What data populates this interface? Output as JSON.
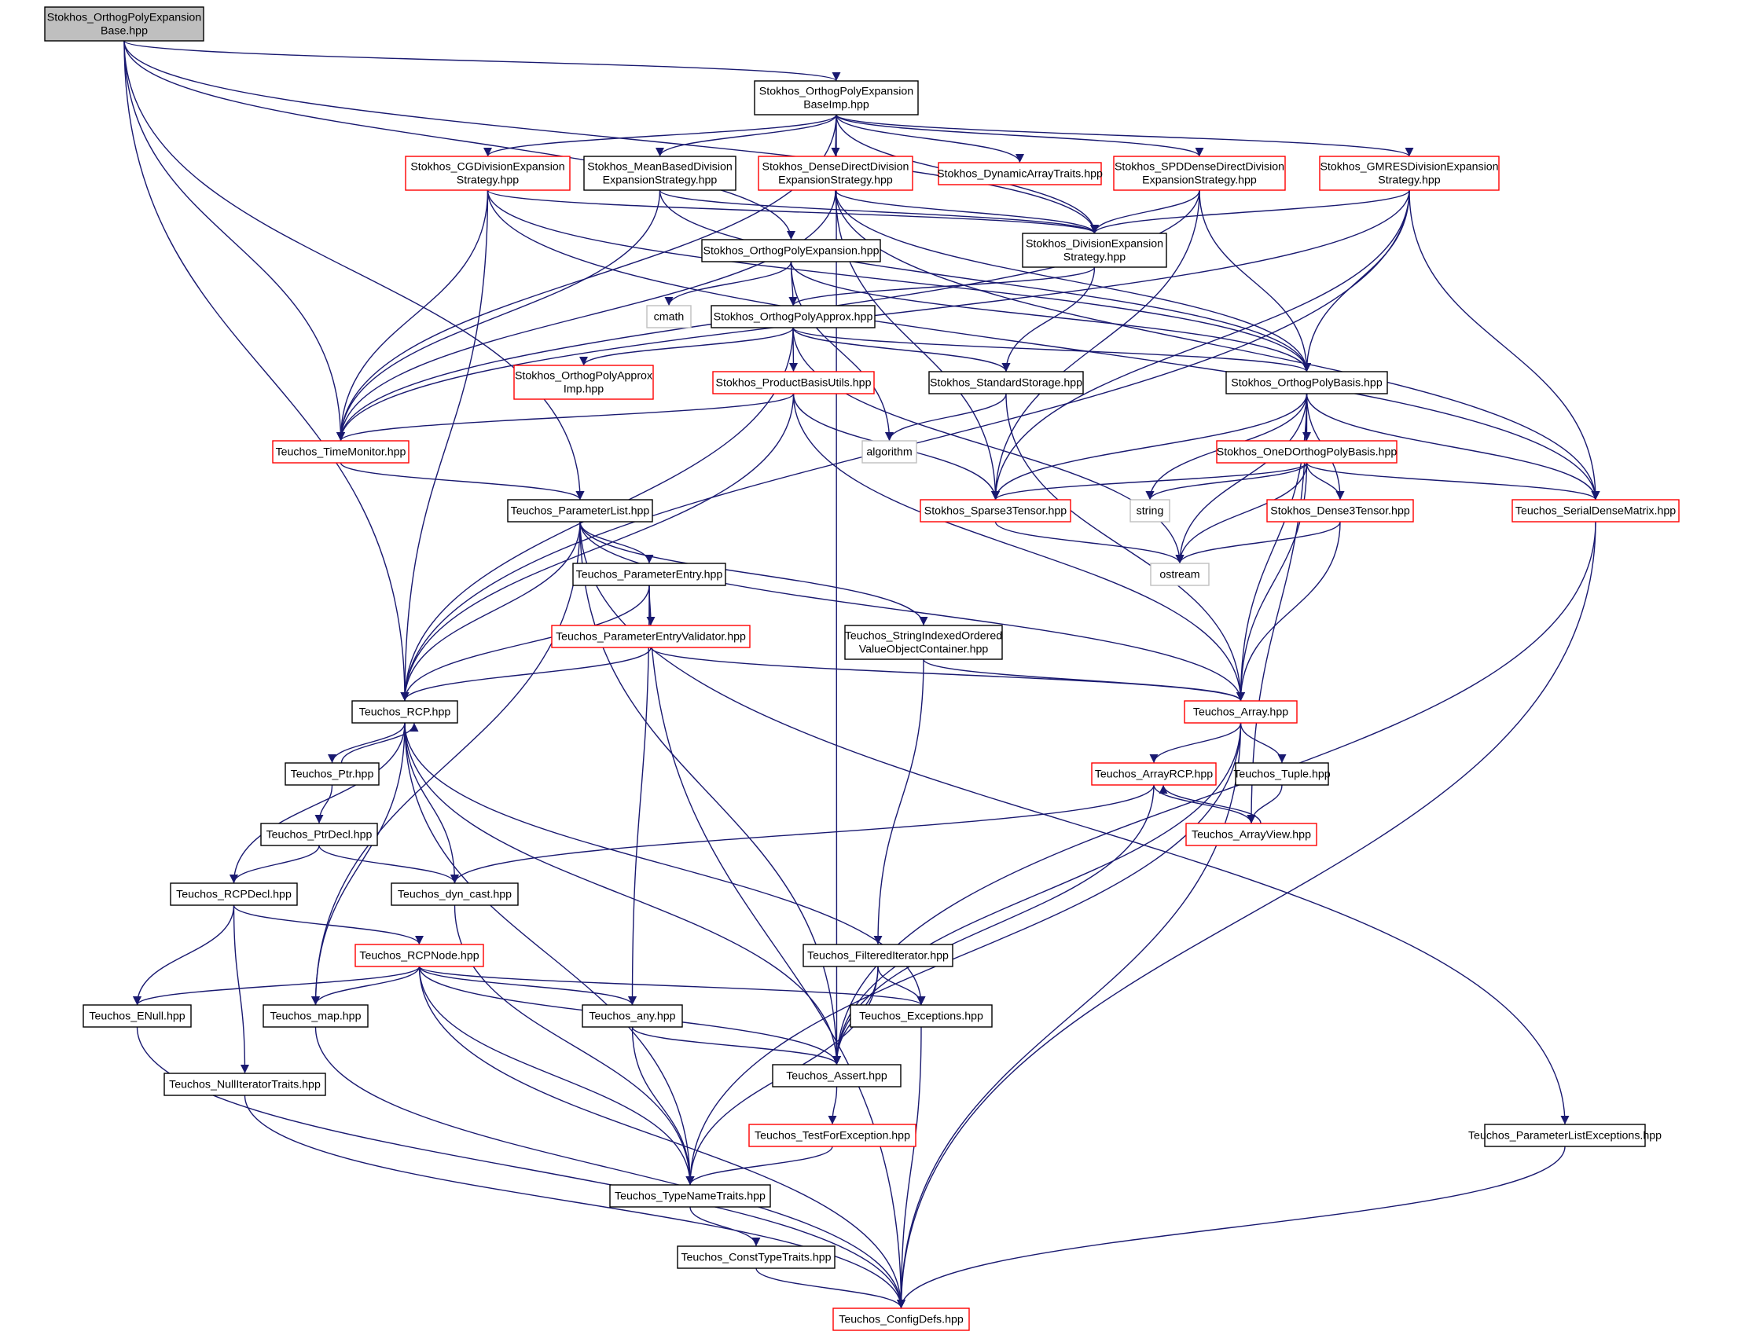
{
  "colors": {
    "edge": "#191970",
    "root_fill": "#bfbfbf",
    "normal_border": "#000000",
    "red_border": "#ff0000",
    "gray_border": "#bfbfbf",
    "background": "#ffffff"
  },
  "nodes": [
    {
      "id": "root",
      "lines": [
        "Stokhos_OrthogPolyExpansion",
        "Base.hpp"
      ],
      "style": "root"
    },
    {
      "id": "baseimp",
      "lines": [
        "Stokhos_OrthogPolyExpansion",
        "BaseImp.hpp"
      ],
      "style": "normal"
    },
    {
      "id": "cgdiv",
      "lines": [
        "Stokhos_CGDivisionExpansion",
        "Strategy.hpp"
      ],
      "style": "red"
    },
    {
      "id": "meanbased",
      "lines": [
        "Stokhos_MeanBasedDivision",
        "ExpansionStrategy.hpp"
      ],
      "style": "normal"
    },
    {
      "id": "densedirect",
      "lines": [
        "Stokhos_DenseDirectDivision",
        "ExpansionStrategy.hpp"
      ],
      "style": "red"
    },
    {
      "id": "dynarray",
      "lines": [
        "Stokhos_DynamicArrayTraits.hpp"
      ],
      "style": "red"
    },
    {
      "id": "spddense",
      "lines": [
        "Stokhos_SPDDenseDirectDivision",
        "ExpansionStrategy.hpp"
      ],
      "style": "red"
    },
    {
      "id": "gmres",
      "lines": [
        "Stokhos_GMRESDivisionExpansion",
        "Strategy.hpp"
      ],
      "style": "red"
    },
    {
      "id": "ope",
      "lines": [
        "Stokhos_OrthogPolyExpansion.hpp"
      ],
      "style": "normal"
    },
    {
      "id": "divstrat",
      "lines": [
        "Stokhos_DivisionExpansion",
        "Strategy.hpp"
      ],
      "style": "normal"
    },
    {
      "id": "cmath",
      "lines": [
        "cmath"
      ],
      "style": "gray"
    },
    {
      "id": "opa",
      "lines": [
        "Stokhos_OrthogPolyApprox.hpp"
      ],
      "style": "normal"
    },
    {
      "id": "opaimp",
      "lines": [
        "Stokhos_OrthogPolyApprox",
        "Imp.hpp"
      ],
      "style": "red"
    },
    {
      "id": "pbu",
      "lines": [
        "Stokhos_ProductBasisUtils.hpp"
      ],
      "style": "red"
    },
    {
      "id": "stdstorage",
      "lines": [
        "Stokhos_StandardStorage.hpp"
      ],
      "style": "normal"
    },
    {
      "id": "opb",
      "lines": [
        "Stokhos_OrthogPolyBasis.hpp"
      ],
      "style": "normal"
    },
    {
      "id": "algorithm",
      "lines": [
        "algorithm"
      ],
      "style": "gray"
    },
    {
      "id": "timemon",
      "lines": [
        "Teuchos_TimeMonitor.hpp"
      ],
      "style": "red"
    },
    {
      "id": "oned",
      "lines": [
        "Stokhos_OneDOrthogPolyBasis.hpp"
      ],
      "style": "red"
    },
    {
      "id": "sparse3",
      "lines": [
        "Stokhos_Sparse3Tensor.hpp"
      ],
      "style": "red"
    },
    {
      "id": "string",
      "lines": [
        "string"
      ],
      "style": "gray"
    },
    {
      "id": "dense3",
      "lines": [
        "Stokhos_Dense3Tensor.hpp"
      ],
      "style": "red"
    },
    {
      "id": "serialdense",
      "lines": [
        "Teuchos_SerialDenseMatrix.hpp"
      ],
      "style": "red"
    },
    {
      "id": "paramlist",
      "lines": [
        "Teuchos_ParameterList.hpp"
      ],
      "style": "normal"
    },
    {
      "id": "ostream",
      "lines": [
        "ostream"
      ],
      "style": "gray"
    },
    {
      "id": "paramentry",
      "lines": [
        "Teuchos_ParameterEntry.hpp"
      ],
      "style": "normal"
    },
    {
      "id": "sioc",
      "lines": [
        "Teuchos_StringIndexedOrdered",
        "ValueObjectContainer.hpp"
      ],
      "style": "normal"
    },
    {
      "id": "pev",
      "lines": [
        "Teuchos_ParameterEntryValidator.hpp"
      ],
      "style": "red"
    },
    {
      "id": "rcp",
      "lines": [
        "Teuchos_RCP.hpp"
      ],
      "style": "normal"
    },
    {
      "id": "array",
      "lines": [
        "Teuchos_Array.hpp"
      ],
      "style": "red"
    },
    {
      "id": "ptr",
      "lines": [
        "Teuchos_Ptr.hpp"
      ],
      "style": "normal"
    },
    {
      "id": "arrayrcp",
      "lines": [
        "Teuchos_ArrayRCP.hpp"
      ],
      "style": "red"
    },
    {
      "id": "tuple",
      "lines": [
        "Teuchos_Tuple.hpp"
      ],
      "style": "normal"
    },
    {
      "id": "ptrdecl",
      "lines": [
        "Teuchos_PtrDecl.hpp"
      ],
      "style": "normal"
    },
    {
      "id": "arrayview",
      "lines": [
        "Teuchos_ArrayView.hpp"
      ],
      "style": "red"
    },
    {
      "id": "rcpdecl",
      "lines": [
        "Teuchos_RCPDecl.hpp"
      ],
      "style": "normal"
    },
    {
      "id": "dyncast",
      "lines": [
        "Teuchos_dyn_cast.hpp"
      ],
      "style": "normal"
    },
    {
      "id": "rcpnode",
      "lines": [
        "Teuchos_RCPNode.hpp"
      ],
      "style": "red"
    },
    {
      "id": "filtered",
      "lines": [
        "Teuchos_FilteredIterator.hpp"
      ],
      "style": "normal"
    },
    {
      "id": "enull",
      "lines": [
        "Teuchos_ENull.hpp"
      ],
      "style": "normal"
    },
    {
      "id": "map",
      "lines": [
        "Teuchos_map.hpp"
      ],
      "style": "normal"
    },
    {
      "id": "any",
      "lines": [
        "Teuchos_any.hpp"
      ],
      "style": "normal"
    },
    {
      "id": "exceptions",
      "lines": [
        "Teuchos_Exceptions.hpp"
      ],
      "style": "normal"
    },
    {
      "id": "assert",
      "lines": [
        "Teuchos_Assert.hpp"
      ],
      "style": "normal"
    },
    {
      "id": "nulliter",
      "lines": [
        "Teuchos_NullIteratorTraits.hpp"
      ],
      "style": "normal"
    },
    {
      "id": "testfor",
      "lines": [
        "Teuchos_TestForException.hpp"
      ],
      "style": "red"
    },
    {
      "id": "plexc",
      "lines": [
        "Teuchos_ParameterListExceptions.hpp"
      ],
      "style": "normal"
    },
    {
      "id": "typename",
      "lines": [
        "Teuchos_TypeNameTraits.hpp"
      ],
      "style": "normal"
    },
    {
      "id": "consttype",
      "lines": [
        "Teuchos_ConstTypeTraits.hpp"
      ],
      "style": "normal"
    },
    {
      "id": "configdefs",
      "lines": [
        "Teuchos_ConfigDefs.hpp"
      ],
      "style": "red"
    }
  ],
  "edges": [
    [
      "root",
      "baseimp"
    ],
    [
      "root",
      "ope"
    ],
    [
      "root",
      "divstrat"
    ],
    [
      "root",
      "rcp"
    ],
    [
      "root",
      "paramlist"
    ],
    [
      "root",
      "timemon"
    ],
    [
      "baseimp",
      "cgdiv"
    ],
    [
      "baseimp",
      "meanbased"
    ],
    [
      "baseimp",
      "densedirect"
    ],
    [
      "baseimp",
      "dynarray"
    ],
    [
      "baseimp",
      "spddense"
    ],
    [
      "baseimp",
      "gmres"
    ],
    [
      "baseimp",
      "timemon"
    ],
    [
      "baseimp",
      "assert"
    ],
    [
      "baseimp",
      "divstrat"
    ],
    [
      "cgdiv",
      "divstrat"
    ],
    [
      "cgdiv",
      "timemon"
    ],
    [
      "cgdiv",
      "rcp"
    ],
    [
      "cgdiv",
      "opb"
    ],
    [
      "cgdiv",
      "serialdense"
    ],
    [
      "meanbased",
      "divstrat"
    ],
    [
      "meanbased",
      "timemon"
    ],
    [
      "meanbased",
      "opb"
    ],
    [
      "densedirect",
      "divstrat"
    ],
    [
      "densedirect",
      "timemon"
    ],
    [
      "densedirect",
      "opb"
    ],
    [
      "densedirect",
      "serialdense"
    ],
    [
      "densedirect",
      "sparse3"
    ],
    [
      "spddense",
      "divstrat"
    ],
    [
      "spddense",
      "timemon"
    ],
    [
      "spddense",
      "opb"
    ],
    [
      "spddense",
      "sparse3"
    ],
    [
      "gmres",
      "divstrat"
    ],
    [
      "gmres",
      "timemon"
    ],
    [
      "gmres",
      "rcp"
    ],
    [
      "gmres",
      "opb"
    ],
    [
      "gmres",
      "sparse3"
    ],
    [
      "gmres",
      "serialdense"
    ],
    [
      "ope",
      "cmath"
    ],
    [
      "ope",
      "opa"
    ],
    [
      "ope",
      "algorithm"
    ],
    [
      "ope",
      "opb"
    ],
    [
      "divstrat",
      "opa"
    ],
    [
      "divstrat",
      "stdstorage"
    ],
    [
      "opa",
      "opaimp"
    ],
    [
      "opa",
      "pbu"
    ],
    [
      "opa",
      "stdstorage"
    ],
    [
      "opa",
      "opb"
    ],
    [
      "opa",
      "rcp"
    ],
    [
      "opa",
      "ostream"
    ],
    [
      "pbu",
      "timemon"
    ],
    [
      "pbu",
      "sparse3"
    ],
    [
      "pbu",
      "array"
    ],
    [
      "pbu",
      "rcp"
    ],
    [
      "stdstorage",
      "algorithm"
    ],
    [
      "stdstorage",
      "array"
    ],
    [
      "opb",
      "oned"
    ],
    [
      "opb",
      "sparse3"
    ],
    [
      "opb",
      "dense3"
    ],
    [
      "opb",
      "serialdense"
    ],
    [
      "opb",
      "string"
    ],
    [
      "opb",
      "ostream"
    ],
    [
      "opb",
      "array"
    ],
    [
      "opb",
      "arrayview"
    ],
    [
      "oned",
      "sparse3"
    ],
    [
      "oned",
      "string"
    ],
    [
      "oned",
      "dense3"
    ],
    [
      "oned",
      "serialdense"
    ],
    [
      "oned",
      "ostream"
    ],
    [
      "oned",
      "array"
    ],
    [
      "sparse3",
      "ostream"
    ],
    [
      "dense3",
      "ostream"
    ],
    [
      "dense3",
      "array"
    ],
    [
      "serialdense",
      "configdefs"
    ],
    [
      "serialdense",
      "assert"
    ],
    [
      "timemon",
      "paramlist"
    ],
    [
      "paramlist",
      "paramentry"
    ],
    [
      "paramlist",
      "sioc"
    ],
    [
      "paramlist",
      "rcp"
    ],
    [
      "paramlist",
      "array"
    ],
    [
      "paramlist",
      "assert"
    ],
    [
      "paramlist",
      "map"
    ],
    [
      "paramlist",
      "plexc"
    ],
    [
      "paramentry",
      "pev"
    ],
    [
      "paramentry",
      "rcp"
    ],
    [
      "paramentry",
      "any"
    ],
    [
      "paramentry",
      "configdefs"
    ],
    [
      "pev",
      "rcp"
    ],
    [
      "pev",
      "array"
    ],
    [
      "sioc",
      "array"
    ],
    [
      "sioc",
      "filtered"
    ],
    [
      "rcp",
      "ptr"
    ],
    [
      "rcp",
      "rcpdecl"
    ],
    [
      "rcp",
      "dyncast"
    ],
    [
      "rcp",
      "map"
    ],
    [
      "rcp",
      "typename"
    ],
    [
      "rcp",
      "exceptions"
    ],
    [
      "rcp",
      "assert"
    ],
    [
      "ptr",
      "rcp"
    ],
    [
      "ptr",
      "ptrdecl"
    ],
    [
      "ptrdecl",
      "rcpdecl"
    ],
    [
      "ptrdecl",
      "dyncast"
    ],
    [
      "array",
      "arrayrcp"
    ],
    [
      "array",
      "tuple"
    ],
    [
      "array",
      "assert"
    ],
    [
      "array",
      "typename"
    ],
    [
      "array",
      "configdefs"
    ],
    [
      "arrayrcp",
      "arrayview"
    ],
    [
      "arrayrcp",
      "dyncast"
    ],
    [
      "arrayrcp",
      "assert"
    ],
    [
      "arrayview",
      "arrayrcp"
    ],
    [
      "tuple",
      "arrayview"
    ],
    [
      "rcpdecl",
      "rcpnode"
    ],
    [
      "rcpdecl",
      "enull"
    ],
    [
      "rcpdecl",
      "nulliter"
    ],
    [
      "dyncast",
      "typename"
    ],
    [
      "rcpnode",
      "enull"
    ],
    [
      "rcpnode",
      "map"
    ],
    [
      "rcpnode",
      "any"
    ],
    [
      "rcpnode",
      "exceptions"
    ],
    [
      "rcpnode",
      "assert"
    ],
    [
      "rcpnode",
      "typename"
    ],
    [
      "rcpnode",
      "configdefs"
    ],
    [
      "filtered",
      "exceptions"
    ],
    [
      "filtered",
      "assert"
    ],
    [
      "filtered",
      "typename"
    ],
    [
      "any",
      "assert"
    ],
    [
      "any",
      "typename"
    ],
    [
      "exceptions",
      "configdefs"
    ],
    [
      "assert",
      "testfor"
    ],
    [
      "testfor",
      "typename"
    ],
    [
      "enull",
      "configdefs"
    ],
    [
      "map",
      "configdefs"
    ],
    [
      "nulliter",
      "configdefs"
    ],
    [
      "typename",
      "consttype"
    ],
    [
      "consttype",
      "configdefs"
    ],
    [
      "plexc",
      "configdefs"
    ]
  ]
}
